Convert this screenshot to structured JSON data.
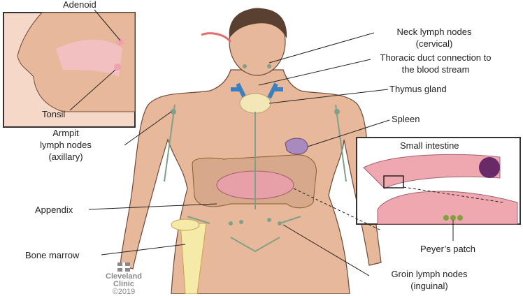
{
  "labels": {
    "adenoid": "Adenoid",
    "tonsil": "Tonsil",
    "armpit": [
      "Armpit",
      "lymph nodes",
      "(axillary)"
    ],
    "appendix": "Appendix",
    "bone_marrow": "Bone marrow",
    "neck": [
      "Neck lymph nodes",
      "(cervical)"
    ],
    "thoracic": [
      "Thoracic duct connection to",
      "the blood stream"
    ],
    "thymus": "Thymus gland",
    "spleen": "Spleen",
    "small_intestine": "Small intestine",
    "peyers_patch": "Peyer’s patch",
    "groin": [
      "Groin lymph nodes",
      "(inguinal)"
    ]
  },
  "logo": {
    "name_line1": "Cleveland",
    "name_line2": "Clinic",
    "copyright": "©2019"
  },
  "colors": {
    "skin": "#e8b89a",
    "lymph": "#7fa08a",
    "outline": "#6b4a3a",
    "hair": "#5a4030",
    "intestine": "#e8a0a8"
  }
}
